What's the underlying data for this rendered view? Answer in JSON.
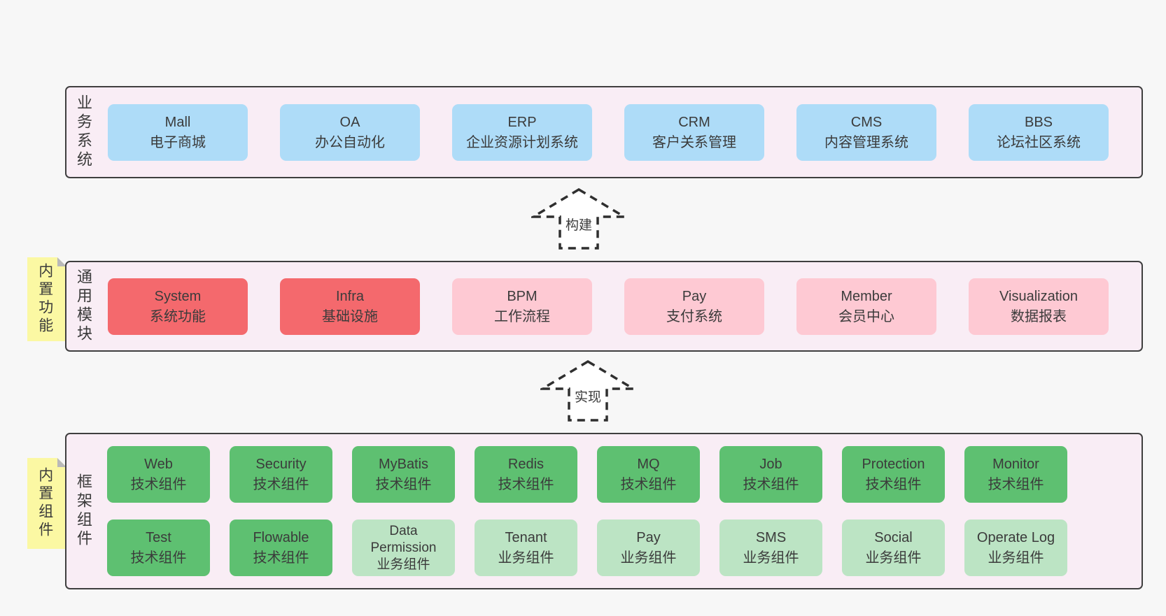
{
  "colors": {
    "page_bg": "#f7f7f7",
    "container_bg": "#f9edf5",
    "container_border": "#3f3f3f",
    "business_box": "#aedcf8",
    "core_module_box": "#f4696d",
    "optional_module_box": "#fec9d3",
    "tech_component_box": "#5ec071",
    "biz_component_box": "#bce4c4",
    "sticky_note": "#fbf8a3",
    "text": "#3b3b3b"
  },
  "arrows": [
    {
      "label": "构建"
    },
    {
      "label": "实现"
    }
  ],
  "stickies": [
    {
      "label": "内置功能"
    },
    {
      "label": "内置组件"
    }
  ],
  "sections": [
    {
      "label": "业务系统",
      "boxes": [
        {
          "en": "Mall",
          "cn": "电子商城",
          "variant": "blue"
        },
        {
          "en": "OA",
          "cn": "办公自动化",
          "variant": "blue"
        },
        {
          "en": "ERP",
          "cn": "企业资源计划系统",
          "variant": "blue"
        },
        {
          "en": "CRM",
          "cn": "客户关系管理",
          "variant": "blue"
        },
        {
          "en": "CMS",
          "cn": "内容管理系统",
          "variant": "blue"
        },
        {
          "en": "BBS",
          "cn": "论坛社区系统",
          "variant": "blue"
        }
      ]
    },
    {
      "label": "通用模块",
      "boxes": [
        {
          "en": "System",
          "cn": "系统功能",
          "variant": "red"
        },
        {
          "en": "Infra",
          "cn": "基础设施",
          "variant": "red"
        },
        {
          "en": "BPM",
          "cn": "工作流程",
          "variant": "pink"
        },
        {
          "en": "Pay",
          "cn": "支付系统",
          "variant": "pink"
        },
        {
          "en": "Member",
          "cn": "会员中心",
          "variant": "pink"
        },
        {
          "en": "Visualization",
          "cn": "数据报表",
          "variant": "pink"
        }
      ]
    },
    {
      "label": "框架组件",
      "rows": [
        [
          {
            "en": "Web",
            "cn": "技术组件",
            "variant": "green"
          },
          {
            "en": "Security",
            "cn": "技术组件",
            "variant": "green"
          },
          {
            "en": "MyBatis",
            "cn": "技术组件",
            "variant": "green"
          },
          {
            "en": "Redis",
            "cn": "技术组件",
            "variant": "green"
          },
          {
            "en": "MQ",
            "cn": "技术组件",
            "variant": "green"
          },
          {
            "en": "Job",
            "cn": "技术组件",
            "variant": "green"
          },
          {
            "en": "Protection",
            "cn": "技术组件",
            "variant": "green"
          },
          {
            "en": "Monitor",
            "cn": "技术组件",
            "variant": "green"
          }
        ],
        [
          {
            "en": "Test",
            "cn": "技术组件",
            "variant": "green"
          },
          {
            "en": "Flowable",
            "cn": "技术组件",
            "variant": "green"
          },
          {
            "en": "Data Permission",
            "cn": "业务组件",
            "variant": "green-light"
          },
          {
            "en": "Tenant",
            "cn": "业务组件",
            "variant": "green-light"
          },
          {
            "en": "Pay",
            "cn": "业务组件",
            "variant": "green-light"
          },
          {
            "en": "SMS",
            "cn": "业务组件",
            "variant": "green-light"
          },
          {
            "en": "Social",
            "cn": "业务组件",
            "variant": "green-light"
          },
          {
            "en": "Operate Log",
            "cn": "业务组件",
            "variant": "green-light"
          }
        ]
      ]
    }
  ]
}
